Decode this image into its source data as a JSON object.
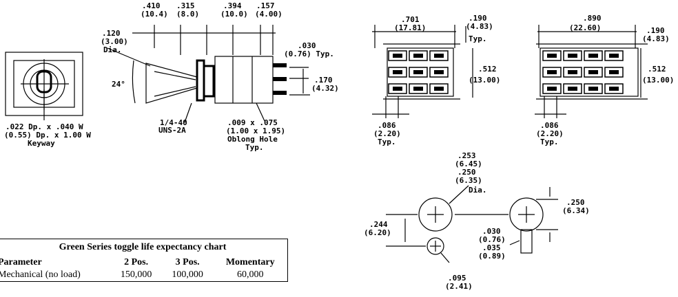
{
  "view_a": {
    "keyway": [
      ".022 Dp. x .040 W",
      "(0.55) Dp. x 1.00 W",
      "Keyway"
    ]
  },
  "view_b": {
    "top_dims": [
      ".410",
      "(10.4)",
      ".315",
      "(8.0)",
      ".394",
      "(10.0)",
      ".157",
      "(4.00)"
    ],
    "dia": [
      ".120",
      "(3.00)",
      "Dia."
    ],
    "angle": "24°",
    "lead_dim": [
      ".030",
      "(0.76) Typ."
    ],
    "spacing": [
      ".170",
      "(4.32)"
    ],
    "thread": [
      "1/4-40",
      "UNS-2A"
    ],
    "oblong": [
      ".009 x .075",
      "(1.00 x 1.95)",
      "Oblong Hole",
      "Typ."
    ]
  },
  "view_c": {
    "width": [
      ".701",
      "(17.81)"
    ],
    "right": [
      ".190",
      "(4.83)",
      "Typ."
    ],
    "height": [
      ".512",
      "(13.00)"
    ],
    "bottom": [
      ".086",
      "(2.20)",
      "Typ."
    ]
  },
  "view_d": {
    "width": [
      ".890",
      "(22.60)"
    ],
    "right": [
      ".190",
      "(4.83)"
    ],
    "height": [
      ".512",
      "(13.00)"
    ],
    "bottom": [
      ".086",
      "(2.20)",
      "Typ."
    ]
  },
  "view_e": {
    "dia": [
      ".253",
      "(6.45)",
      ".250",
      "(6.35)",
      "Dia."
    ],
    "right": [
      ".250",
      "(6.34)"
    ],
    "left": [
      ".244",
      "(6.20)"
    ],
    "mid": [
      ".030",
      "(0.76)",
      ".035",
      "(0.89)"
    ],
    "bottom": [
      ".095",
      "(2.41)"
    ]
  },
  "life_table": {
    "title": "Green Series toggle life expectancy chart",
    "headers": [
      "Parameter",
      "2 Pos.",
      "3 Pos.",
      "Momentary"
    ],
    "rows": [
      [
        "Mechanical (no load)",
        "150,000",
        "100,000",
        "60,000"
      ]
    ]
  }
}
